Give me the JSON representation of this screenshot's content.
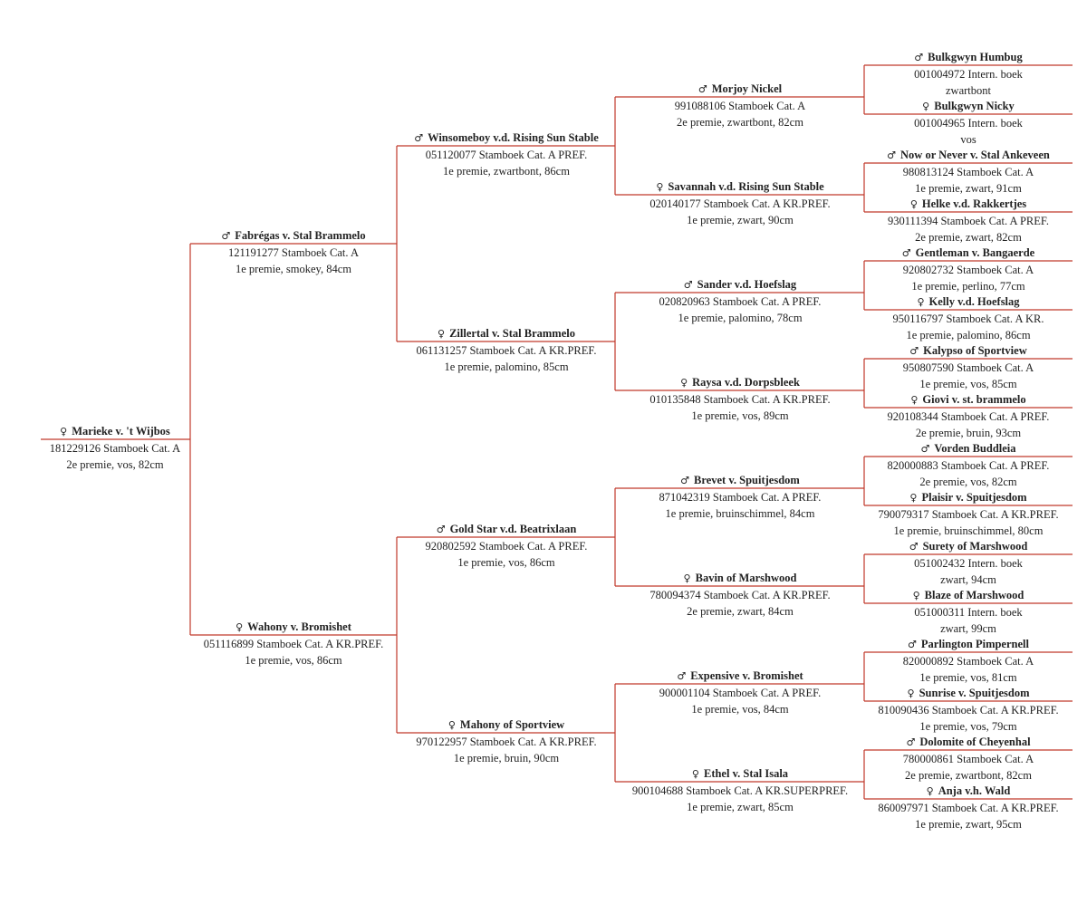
{
  "colors": {
    "line": "#c0392b",
    "text": "#222222"
  },
  "symbols": {
    "male": "♂",
    "female": "♀"
  },
  "subject": {
    "sex": "female",
    "name": "Marieke v. 't Wijbos",
    "reg": "181229126 Stamboek Cat. A",
    "info": "2e premie, vos, 82cm"
  },
  "gen1": [
    {
      "sex": "male",
      "name": "Fabrégas v. Stal Brammelo",
      "reg": "121191277 Stamboek Cat. A",
      "info": "1e premie, smokey, 84cm"
    },
    {
      "sex": "female",
      "name": "Wahony v. Bromishet",
      "reg": "051116899 Stamboek Cat. A KR.PREF.",
      "info": "1e premie, vos, 86cm"
    }
  ],
  "gen2": [
    {
      "sex": "male",
      "name": "Winsomeboy v.d. Rising Sun Stable",
      "reg": "051120077 Stamboek Cat. A PREF.",
      "info": "1e premie, zwartbont, 86cm"
    },
    {
      "sex": "female",
      "name": "Zillertal v. Stal Brammelo",
      "reg": "061131257 Stamboek Cat. A KR.PREF.",
      "info": "1e premie, palomino, 85cm"
    },
    {
      "sex": "male",
      "name": "Gold Star v.d. Beatrixlaan",
      "reg": "920802592 Stamboek Cat. A PREF.",
      "info": "1e premie, vos, 86cm"
    },
    {
      "sex": "female",
      "name": "Mahony of Sportview",
      "reg": "970122957 Stamboek Cat. A KR.PREF.",
      "info": "1e premie, bruin, 90cm"
    }
  ],
  "gen3": [
    {
      "sex": "male",
      "name": "Morjoy Nickel",
      "reg": "991088106 Stamboek Cat. A",
      "info": "2e premie, zwartbont, 82cm"
    },
    {
      "sex": "female",
      "name": "Savannah v.d. Rising Sun Stable",
      "reg": "020140177 Stamboek Cat. A KR.PREF.",
      "info": "1e premie, zwart, 90cm"
    },
    {
      "sex": "male",
      "name": "Sander v.d. Hoefslag",
      "reg": "020820963 Stamboek Cat. A PREF.",
      "info": "1e premie, palomino, 78cm"
    },
    {
      "sex": "female",
      "name": "Raysa v.d. Dorpsbleek",
      "reg": "010135848 Stamboek Cat. A KR.PREF.",
      "info": "1e premie, vos, 89cm"
    },
    {
      "sex": "male",
      "name": "Brevet v. Spuitjesdom",
      "reg": "871042319 Stamboek Cat. A PREF.",
      "info": "1e premie, bruinschimmel, 84cm"
    },
    {
      "sex": "female",
      "name": "Bavin of Marshwood",
      "reg": "780094374 Stamboek Cat. A KR.PREF.",
      "info": "2e premie, zwart, 84cm"
    },
    {
      "sex": "male",
      "name": "Expensive v. Bromishet",
      "reg": "900001104 Stamboek Cat. A PREF.",
      "info": "1e premie, vos, 84cm"
    },
    {
      "sex": "female",
      "name": "Ethel v. Stal Isala",
      "reg": "900104688 Stamboek Cat. A KR.SUPERPREF.",
      "info": "1e premie, zwart, 85cm"
    }
  ],
  "gen4": [
    {
      "sex": "male",
      "name": "Bulkgwyn Humbug",
      "reg": "001004972 Intern. boek",
      "info": "zwartbont"
    },
    {
      "sex": "female",
      "name": "Bulkgwyn Nicky",
      "reg": "001004965 Intern. boek",
      "info": "vos"
    },
    {
      "sex": "male",
      "name": "Now or Never v. Stal Ankeveen",
      "reg": "980813124 Stamboek Cat. A",
      "info": "1e premie, zwart, 91cm"
    },
    {
      "sex": "female",
      "name": "Helke v.d. Rakkertjes",
      "reg": "930111394 Stamboek Cat. A PREF.",
      "info": "2e premie, zwart, 82cm"
    },
    {
      "sex": "male",
      "name": "Gentleman v. Bangaerde",
      "reg": "920802732 Stamboek Cat. A",
      "info": "1e premie, perlino, 77cm"
    },
    {
      "sex": "female",
      "name": "Kelly v.d. Hoefslag",
      "reg": "950116797 Stamboek Cat. A KR.",
      "info": "1e premie, palomino, 86cm"
    },
    {
      "sex": "male",
      "name": "Kalypso of Sportview",
      "reg": "950807590 Stamboek Cat. A",
      "info": "1e premie, vos, 85cm"
    },
    {
      "sex": "female",
      "name": "Giovi v. st. brammelo",
      "reg": "920108344 Stamboek Cat. A PREF.",
      "info": "2e premie, bruin, 93cm"
    },
    {
      "sex": "male",
      "name": "Vorden Buddleia",
      "reg": "820000883 Stamboek Cat. A PREF.",
      "info": "2e premie, vos, 82cm"
    },
    {
      "sex": "female",
      "name": "Plaisir v. Spuitjesdom",
      "reg": "790079317 Stamboek Cat. A KR.PREF.",
      "info": "1e premie, bruinschimmel, 80cm"
    },
    {
      "sex": "male",
      "name": "Surety of Marshwood",
      "reg": "051002432 Intern. boek",
      "info": "zwart, 94cm"
    },
    {
      "sex": "female",
      "name": "Blaze of Marshwood",
      "reg": "051000311 Intern. boek",
      "info": "zwart, 99cm"
    },
    {
      "sex": "male",
      "name": "Parlington Pimpernell",
      "reg": "820000892 Stamboek Cat. A",
      "info": "1e premie, vos, 81cm"
    },
    {
      "sex": "female",
      "name": "Sunrise v. Spuitjesdom",
      "reg": "810090436 Stamboek Cat. A KR.PREF.",
      "info": "1e premie, vos, 79cm"
    },
    {
      "sex": "male",
      "name": "Dolomite of Cheyenhal",
      "reg": "780000861 Stamboek Cat. A",
      "info": "2e premie, zwartbont, 82cm"
    },
    {
      "sex": "female",
      "name": "Anja v.h. Wald",
      "reg": "860097971 Stamboek Cat. A KR.PREF.",
      "info": "1e premie, zwart, 95cm"
    }
  ]
}
